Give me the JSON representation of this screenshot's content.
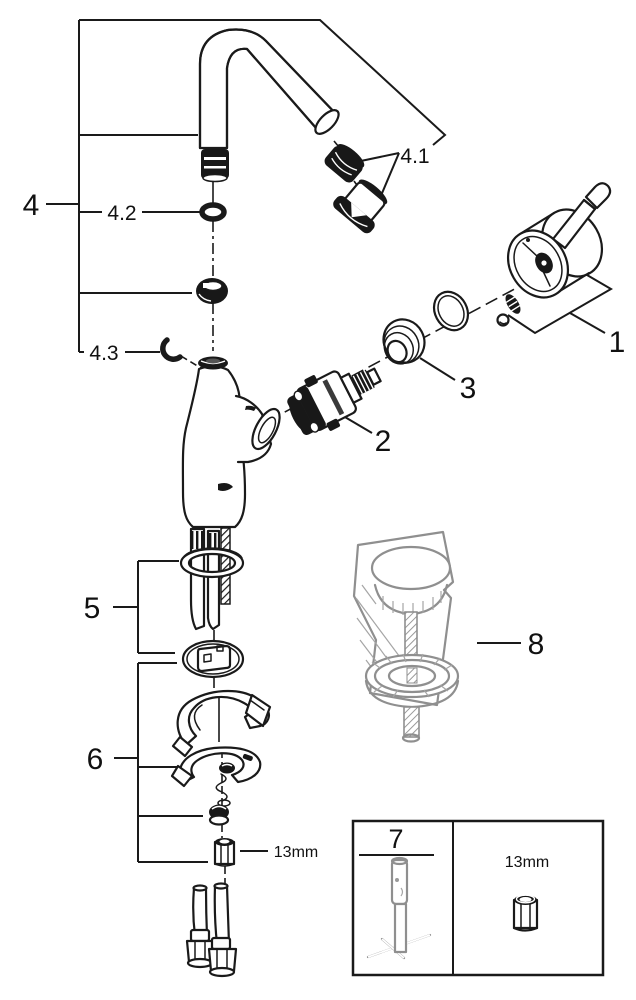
{
  "page": {
    "background": "#ffffff"
  },
  "diagram": {
    "kind": "exploded parts diagram",
    "line_color": "#1a1a1a",
    "muted_color": "#8f8f8f",
    "labels": {
      "part1": "1",
      "part2": "2",
      "part3": "3",
      "part4": "4",
      "part4_1": "4.1",
      "part4_2": "4.2",
      "part4_3": "4.3",
      "part5": "5",
      "part6": "6",
      "part8": "8"
    },
    "annotations": {
      "wrench_size": "13mm"
    },
    "inset": {
      "tool_label": "7",
      "wrench_size": "13mm"
    }
  }
}
